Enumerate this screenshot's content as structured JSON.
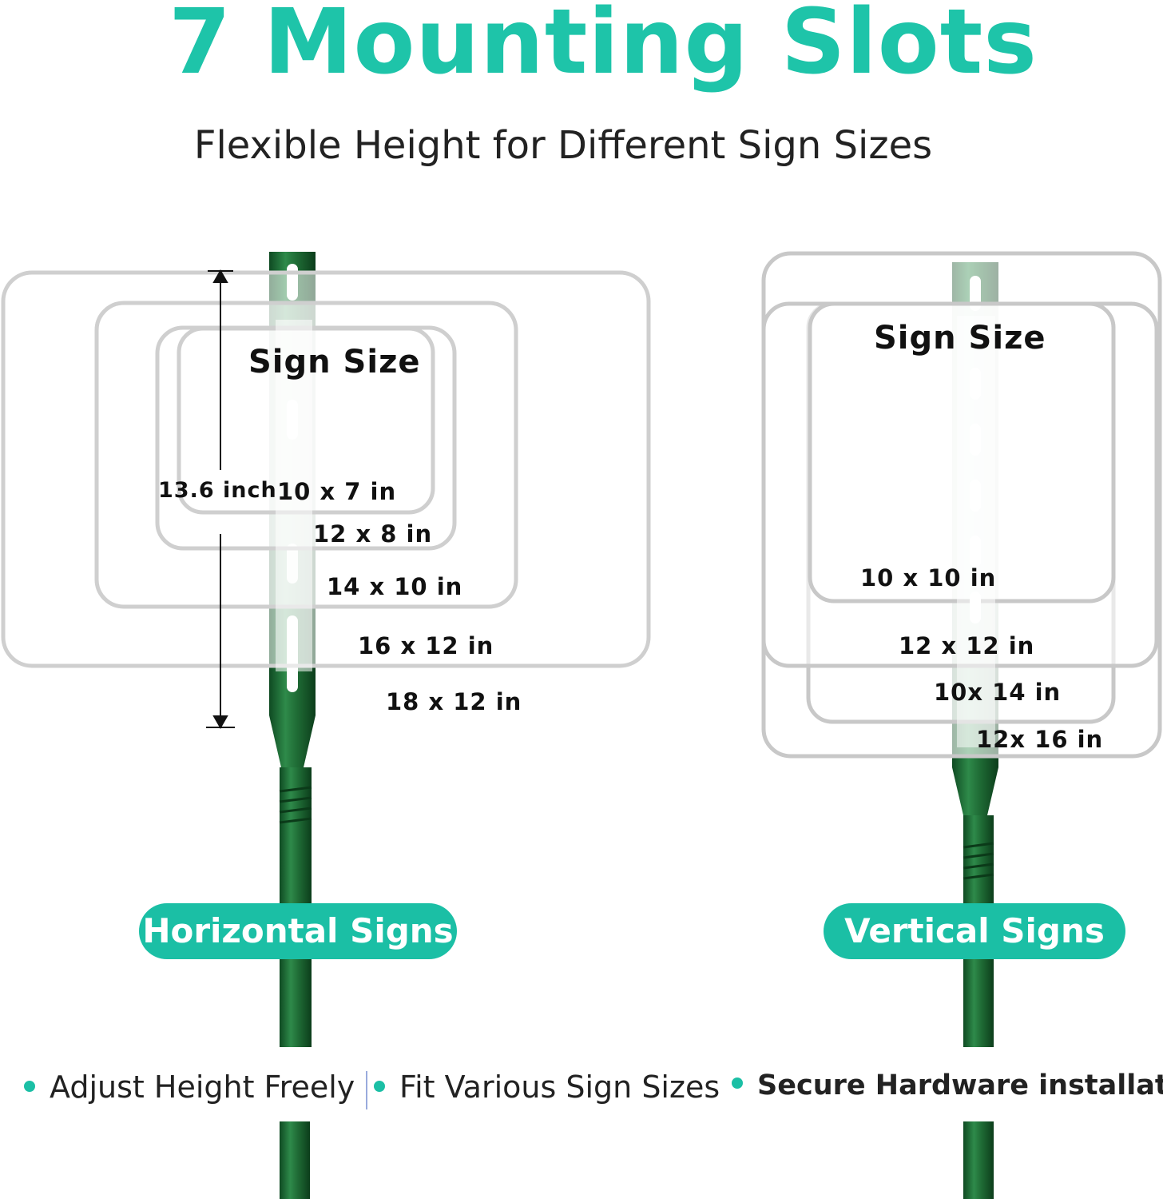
{
  "title": "7  Mounting Slots",
  "subtitle": "Flexible Height for Different Sign Sizes",
  "colors": {
    "accent": "#1ec4a9",
    "pole": "#1f6b35",
    "outline": "#cfcfcf"
  },
  "horizontal": {
    "sign_title": "Sign Size",
    "height_label": "13.6 inch",
    "sizes": [
      "10 x 7 in",
      "12 x 8 in",
      "14 x 10 in",
      "16 x 12 in",
      "18 x 12 in"
    ],
    "pill": "Horizontal Signs"
  },
  "vertical": {
    "sign_title": "Sign Size",
    "sizes": [
      "10 x 10 in",
      "12 x 12 in",
      "10x 14 in",
      "12x 16 in"
    ],
    "pill": "Vertical Signs"
  },
  "features": [
    "Adjust Height Freely",
    "Fit Various Sign Sizes",
    "Secure Hardware installation"
  ]
}
